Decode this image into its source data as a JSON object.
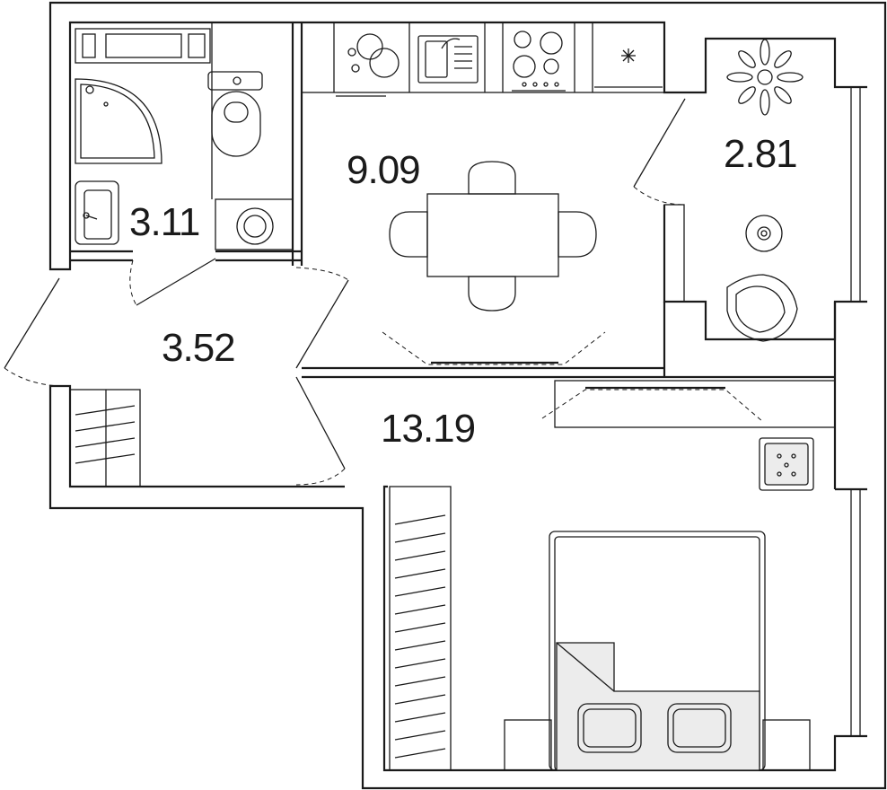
{
  "rooms": {
    "bathroom": {
      "area": "3.11"
    },
    "kitchen": {
      "area": "9.09"
    },
    "loggia": {
      "area": "2.81"
    },
    "hallway": {
      "area": "3.52"
    },
    "bedroom": {
      "area": "13.19"
    }
  },
  "colors": {
    "wall": "#1a1a1a",
    "background": "#ffffff",
    "furniture_fill": "#ececec"
  }
}
